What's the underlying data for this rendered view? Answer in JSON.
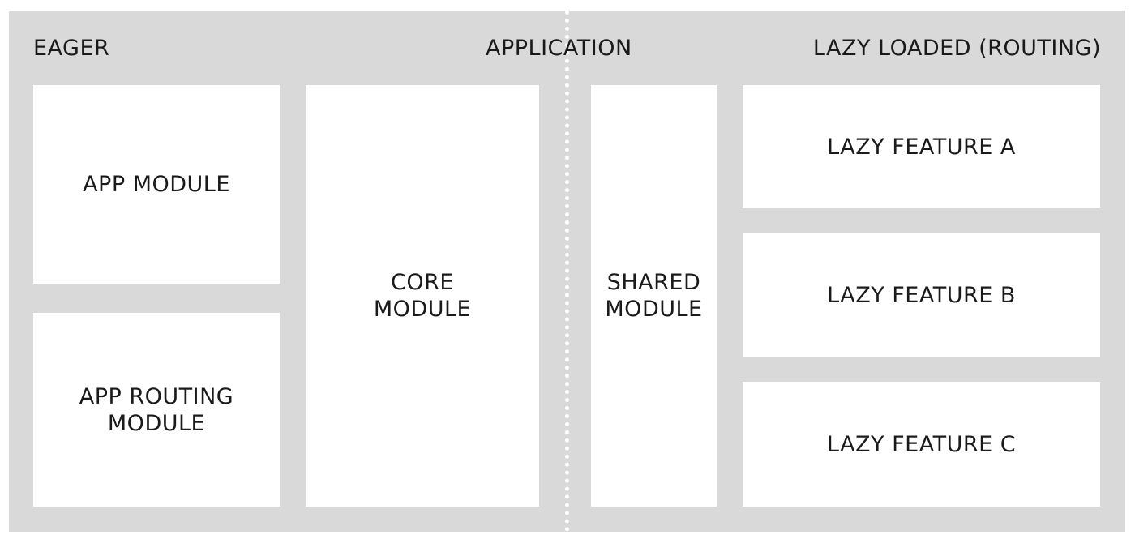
{
  "sections": {
    "eager": "EAGER",
    "application": "APPLICATION",
    "lazy": "LAZY LOADED (ROUTING)"
  },
  "modules": {
    "app_module": {
      "line1": "APP MODULE"
    },
    "app_routing_module": {
      "line1": "APP ROUTING",
      "line2": "MODULE"
    },
    "core_module": {
      "line1": "CORE",
      "line2": "MODULE"
    },
    "shared_module": {
      "line1": "SHARED",
      "line2": "MODULE"
    },
    "lazy_feature_a": {
      "line1": "LAZY FEATURE A"
    },
    "lazy_feature_b": {
      "line1": "LAZY FEATURE B"
    },
    "lazy_feature_c": {
      "line1": "LAZY FEATURE C"
    }
  },
  "colors": {
    "background": "#d9d9d9",
    "box": "#ffffff",
    "text": "#1a1a1a"
  }
}
